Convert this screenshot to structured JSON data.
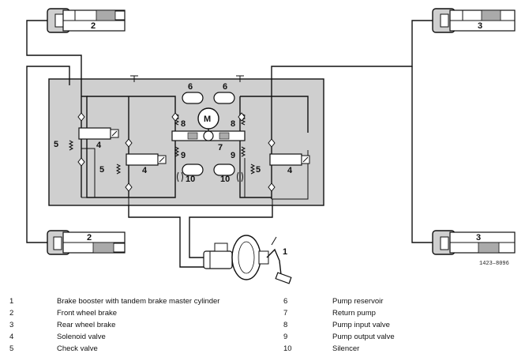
{
  "diagram": {
    "labels": {
      "brake_fl": "2",
      "brake_rl": "2",
      "brake_fr": "3",
      "brake_rr": "3",
      "booster": "1",
      "motor": "M",
      "return_pump": "7",
      "reservoir_left": "6",
      "reservoir_right": "6",
      "input_valve_left": "8",
      "input_valve_right": "8",
      "output_valve_left": "9",
      "output_valve_right": "9",
      "silencer_left": "10",
      "silencer_right": "10",
      "solenoid_1": "4",
      "solenoid_2": "4",
      "solenoid_3": "4",
      "check_valve_1": "5",
      "check_valve_2": "5",
      "check_valve_3": "5"
    },
    "figure_code": "1423–8096",
    "colors": {
      "unit_fill": "#cfcfcf",
      "line": "#111111",
      "component_fill": "#ffffff"
    }
  },
  "legend": {
    "left": [
      {
        "num": "1",
        "text": "Brake booster with tandem brake master cylinder"
      },
      {
        "num": "2",
        "text": "Front wheel brake"
      },
      {
        "num": "3",
        "text": "Rear wheel brake"
      },
      {
        "num": "4",
        "text": "Solenoid valve"
      },
      {
        "num": "5",
        "text": "Check valve"
      }
    ],
    "right": [
      {
        "num": "6",
        "text": "Pump reservoir"
      },
      {
        "num": "7",
        "text": "Return pump"
      },
      {
        "num": "8",
        "text": "Pump input valve"
      },
      {
        "num": "9",
        "text": "Pump output valve"
      },
      {
        "num": "10",
        "text": "Silencer"
      }
    ]
  }
}
